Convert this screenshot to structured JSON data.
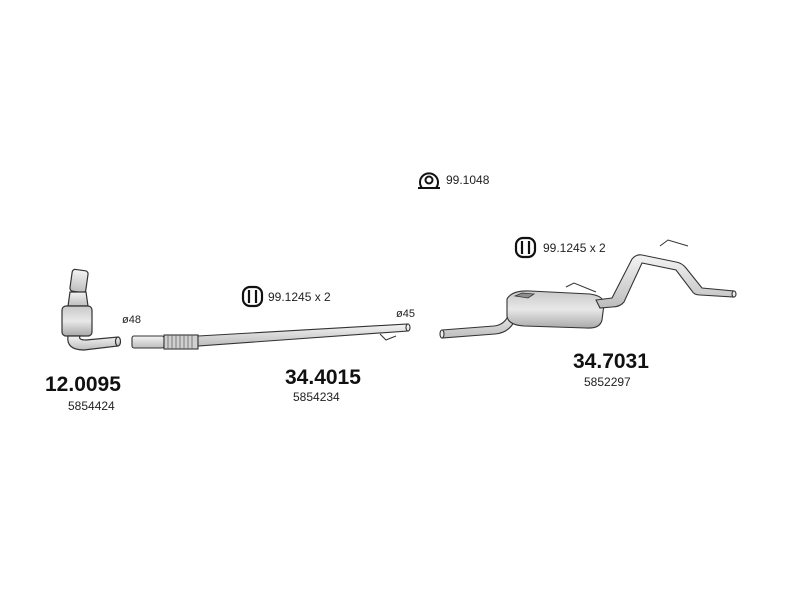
{
  "parts": [
    {
      "part_number": "12.0095",
      "oem_number": "5854424",
      "diameter": "ø48"
    },
    {
      "part_number": "34.4015",
      "oem_number": "5854234",
      "diameter": "ø45",
      "hanger_note": "99.1245 x 2"
    },
    {
      "part_number": "34.7031",
      "oem_number": "5852297",
      "hanger_note": "99.1245 x 2"
    }
  ],
  "clamp": {
    "part_number": "99.1048"
  },
  "colors": {
    "line": "#333333",
    "fill": "#dcdcdc",
    "fill_dark": "#b9b9b9"
  }
}
